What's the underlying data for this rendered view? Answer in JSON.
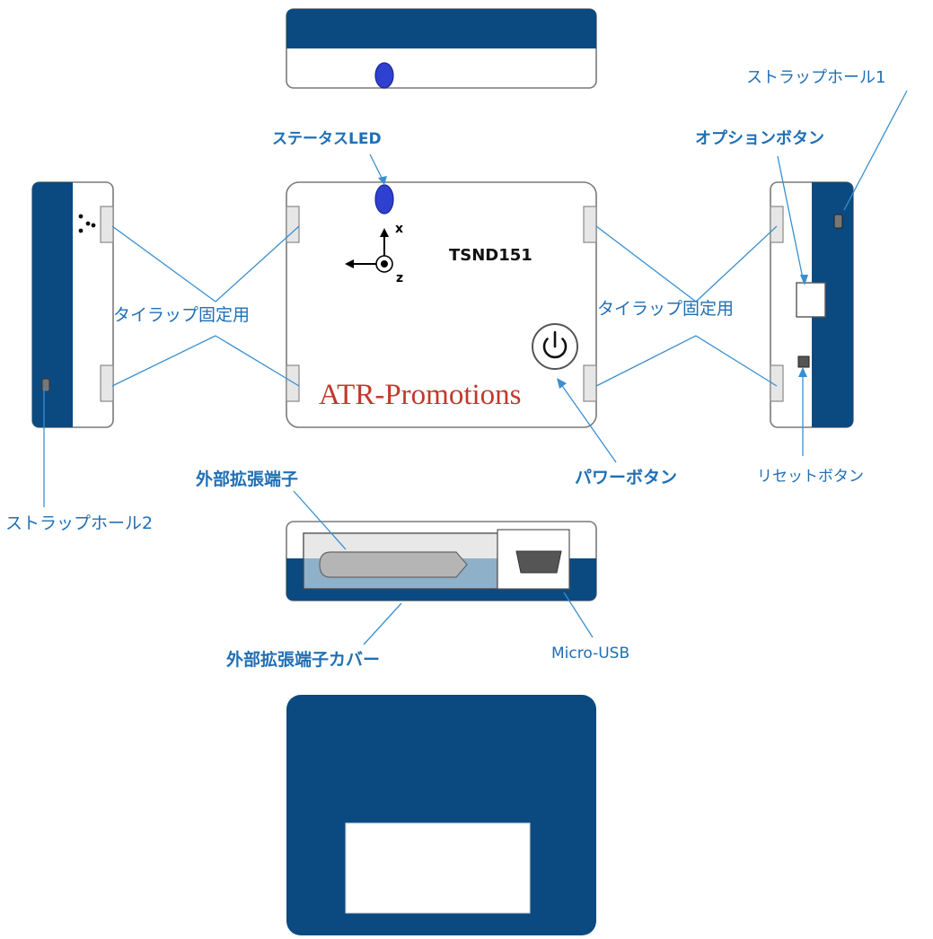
{
  "device": {
    "model": "TSND151",
    "brand": "ATR-Promotions",
    "axis_x": "x",
    "axis_z": "z"
  },
  "labels": {
    "status_led": "ステータスLED",
    "strap_hole_1": "ストラップホール1",
    "strap_hole_2": "ストラップホール2",
    "option_button": "オプションボタン",
    "tie_wrap_left": "タイラップ固定用",
    "tie_wrap_right": "タイラップ固定用",
    "power_button": "パワーボタン",
    "reset_button": "リセットボタン",
    "ext_terminal": "外部拡張端子",
    "ext_terminal_cover": "外部拡張端子カバー",
    "micro_usb": "Micro-USB"
  },
  "colors": {
    "navy": "#0b4a80",
    "label_blue": "#1f6fb5",
    "leader_blue": "#3a8fd0",
    "led_blue": "#2f3fd0",
    "brand_red": "#c0392b"
  }
}
